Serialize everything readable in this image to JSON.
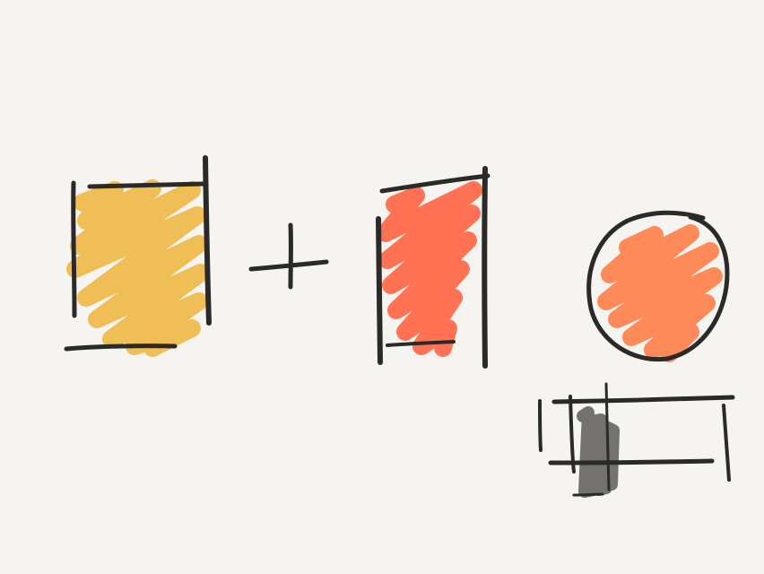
{
  "canvas": {
    "background": "#f5f4f1"
  },
  "colors": {
    "ink": "#2b2a28",
    "yellow_fill": "#efbb4d",
    "red_fill": "#ff6a4b",
    "orange_fill": "#ff8450",
    "gray_fill": "#6b6a66"
  },
  "shapes": [
    {
      "name": "yellow-rectangle",
      "kind": "scribbled-rectangle",
      "fill": "yellow"
    },
    {
      "name": "plus-sign",
      "kind": "operator",
      "symbol": "+"
    },
    {
      "name": "red-rectangle",
      "kind": "scribbled-rectangle",
      "fill": "red"
    },
    {
      "name": "orange-circle",
      "kind": "outlined-circle",
      "fill": "orange"
    },
    {
      "name": "gray-sketch-rectangle",
      "kind": "scribbled-rectangle",
      "fill": "gray"
    }
  ]
}
